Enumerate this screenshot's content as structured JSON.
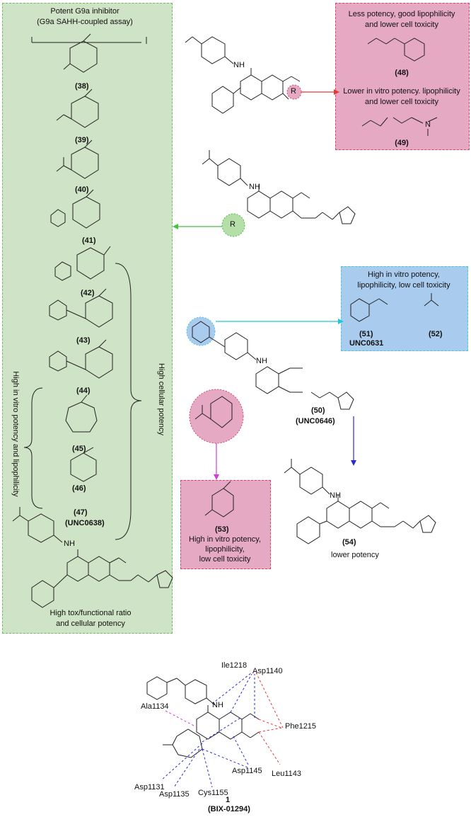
{
  "green_panel": {
    "title_line1": "Potent G9a inhibitor",
    "title_line2": "(G9a SAHH-coupled assay)",
    "compounds": [
      "(38)",
      "(39)",
      "(40)",
      "(41)",
      "(42)",
      "(43)",
      "(44)",
      "(45)",
      "(46)",
      "(47)"
    ],
    "compound_47_name": "(UNC0638)",
    "bracket_left_label": "High in vitro potency and lipophilicity",
    "bracket_right_label": "High cellular potency",
    "caption_line1": "High tox/functional ratio",
    "caption_line2": "and cellular potency",
    "nh": "NH"
  },
  "box_48_49": {
    "text_48_line1": "Less potency, good lipophilicity",
    "text_48_line2": "and lower cell toxicity",
    "label_48": "(48)",
    "text_49_line1": "Lower in vitro potency. lipophilicity",
    "text_49_line2": "and lower cell toxicity",
    "label_49": "(49)",
    "n": "N"
  },
  "box_51_52": {
    "text_line1": "High in vitro potency,",
    "text_line2": "lipophilicity, low cell toxicity",
    "label_51": "(51)",
    "name_51": "UNC0631",
    "label_52": "(52)"
  },
  "box_53": {
    "label": "(53)",
    "text_line1": "High in vitro potency,",
    "text_line2": "lipophilicity,",
    "text_line3": "low cell toxicity"
  },
  "center_structures": {
    "r": "R",
    "nh": "NH",
    "label_50": "(50)",
    "name_50": "(UNC0646)",
    "label_54": "(54)",
    "caption_54": "lower potency"
  },
  "bix": {
    "label": "1",
    "name": "(BIX-01294)",
    "nh": "NH",
    "residues": [
      "Ile1218",
      "Asp1140",
      "Ala1134",
      "Phe1215",
      "Asp1145",
      "Leu1143",
      "Asp1131",
      "Asp1135",
      "Cys1155"
    ]
  },
  "colors": {
    "green_panel": "#cfe3c6",
    "green_border": "#6fbf5a",
    "pink_box": "#e6a9c4",
    "pink_border": "#d04a6a",
    "blue_box": "#a9cbee",
    "blue_border": "#46c8d8",
    "red_arrow": "#e53935",
    "green_arrow": "#43c243",
    "cyan_arrow": "#22c6d9",
    "magenta_arrow": "#d83ad8",
    "blue_arrow": "#2a2acf"
  }
}
